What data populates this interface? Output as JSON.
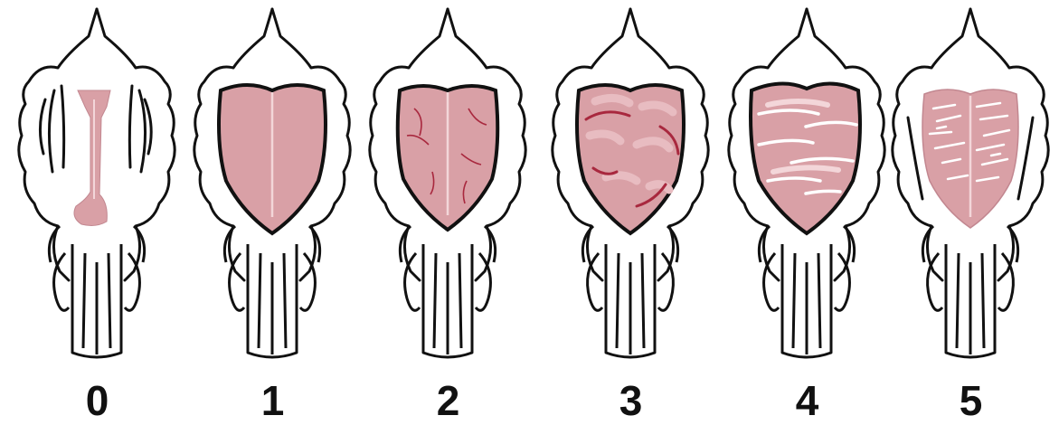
{
  "scale": {
    "labels": [
      "0",
      "1",
      "2",
      "3",
      "4",
      "5"
    ]
  },
  "colors": {
    "patch": "#d9a0a6",
    "patch_light": "#e8bcc1",
    "outline": "#111111",
    "vessel": "#a8283e",
    "white_streak": "#ffffff"
  }
}
